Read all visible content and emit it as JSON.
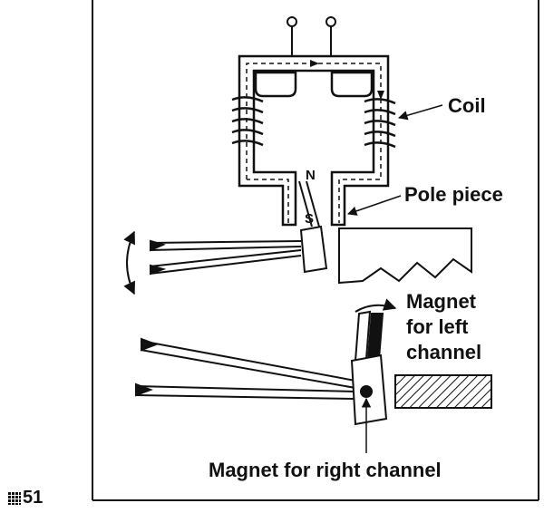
{
  "labels": {
    "coil": "Coil",
    "pole_piece": "Pole piece",
    "magnet_left_line1": "Magnet",
    "magnet_left_line2": "for left",
    "magnet_left_line3": "channel",
    "magnet_right": "Magnet for right channel",
    "pole_n": "N",
    "pole_s": "S"
  },
  "figure_number": "51",
  "colors": {
    "ink": "#111111",
    "paper": "#ffffff"
  }
}
